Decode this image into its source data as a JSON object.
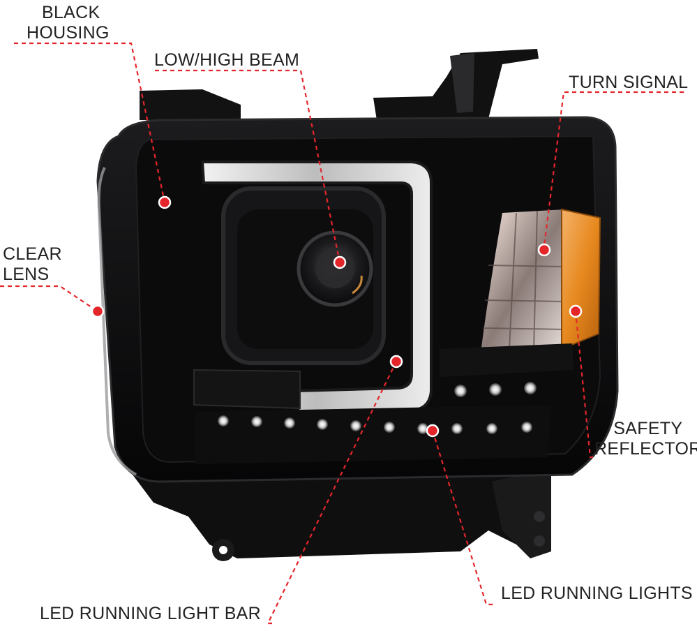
{
  "accent_color": "#e4262b",
  "labels": {
    "black_housing": [
      "BLACK",
      "HOUSING"
    ],
    "low_high_beam": "LOW/HIGH BEAM",
    "turn_signal": "TURN SIGNAL",
    "clear_lens": [
      "CLEAR",
      "LENS"
    ],
    "safety_reflector": [
      "SAFETY",
      "REFLECTOR"
    ],
    "led_running_lights": "LED RUNNING LIGHTS",
    "led_running_light_bar": "LED RUNNING LIGHT BAR"
  }
}
